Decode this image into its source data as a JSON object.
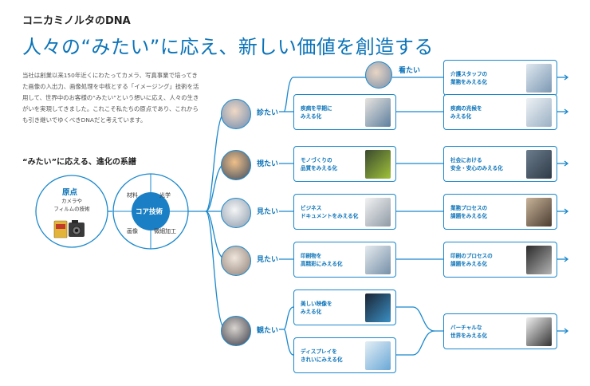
{
  "header": {
    "label": "コニカミノルタのDNA"
  },
  "title": "人々の“みたい”に応え、新しい価値を創造する",
  "intro": "当社は創業以来150年近くにわたってカメラ、写真事業で培ってきた画像の入出力、画像処理を中核とする「イメージング」技術を活用して、世界中のお客様の“みたい”という想いに応え、人々の生きがいを実現してきました。これこそ私たちの原点であり、これからも引き継いでゆくべきDNAだと考えています。",
  "section_title": "“みたい”に応える、進化の系譜",
  "origin": {
    "title": "原点",
    "subtitle_line1": "カメラや",
    "subtitle_line2": "フィルムの技術"
  },
  "core": {
    "center": "コア技術",
    "q1": "材料",
    "q2": "光学",
    "q3": "画像",
    "q4": "微細加工"
  },
  "verbs": {
    "kantai": "看たい",
    "shintai": "診たい",
    "shitai": "視たい",
    "mitai1": "見たい",
    "mitai2": "見たい",
    "mitai3": "観たい"
  },
  "boxes": {
    "b1": "介護スタッフの\n業務をみえる化",
    "b2": "疾病を早期に\nみえる化",
    "b3": "疾病の兆候を\nみえる化",
    "b4": "モノづくりの\n品質をみえる化",
    "b5": "社会における\n安全・安心のみえる化",
    "b6": "ビジネス\nドキュメントをみえる化",
    "b7": "業務プロセスの\n課題をみえる化",
    "b8": "印刷物を\n高精彩にみえる化",
    "b9": "印刷のプロセスの\n課題をみえる化",
    "b10": "美しい映像を\nみえる化",
    "b11": "バーチャルな\n世界をみえる化",
    "b12": "ディスプレイを\nきれいにみえる化"
  },
  "colors": {
    "accent": "#0b73b8",
    "line": "#1a88cc"
  }
}
